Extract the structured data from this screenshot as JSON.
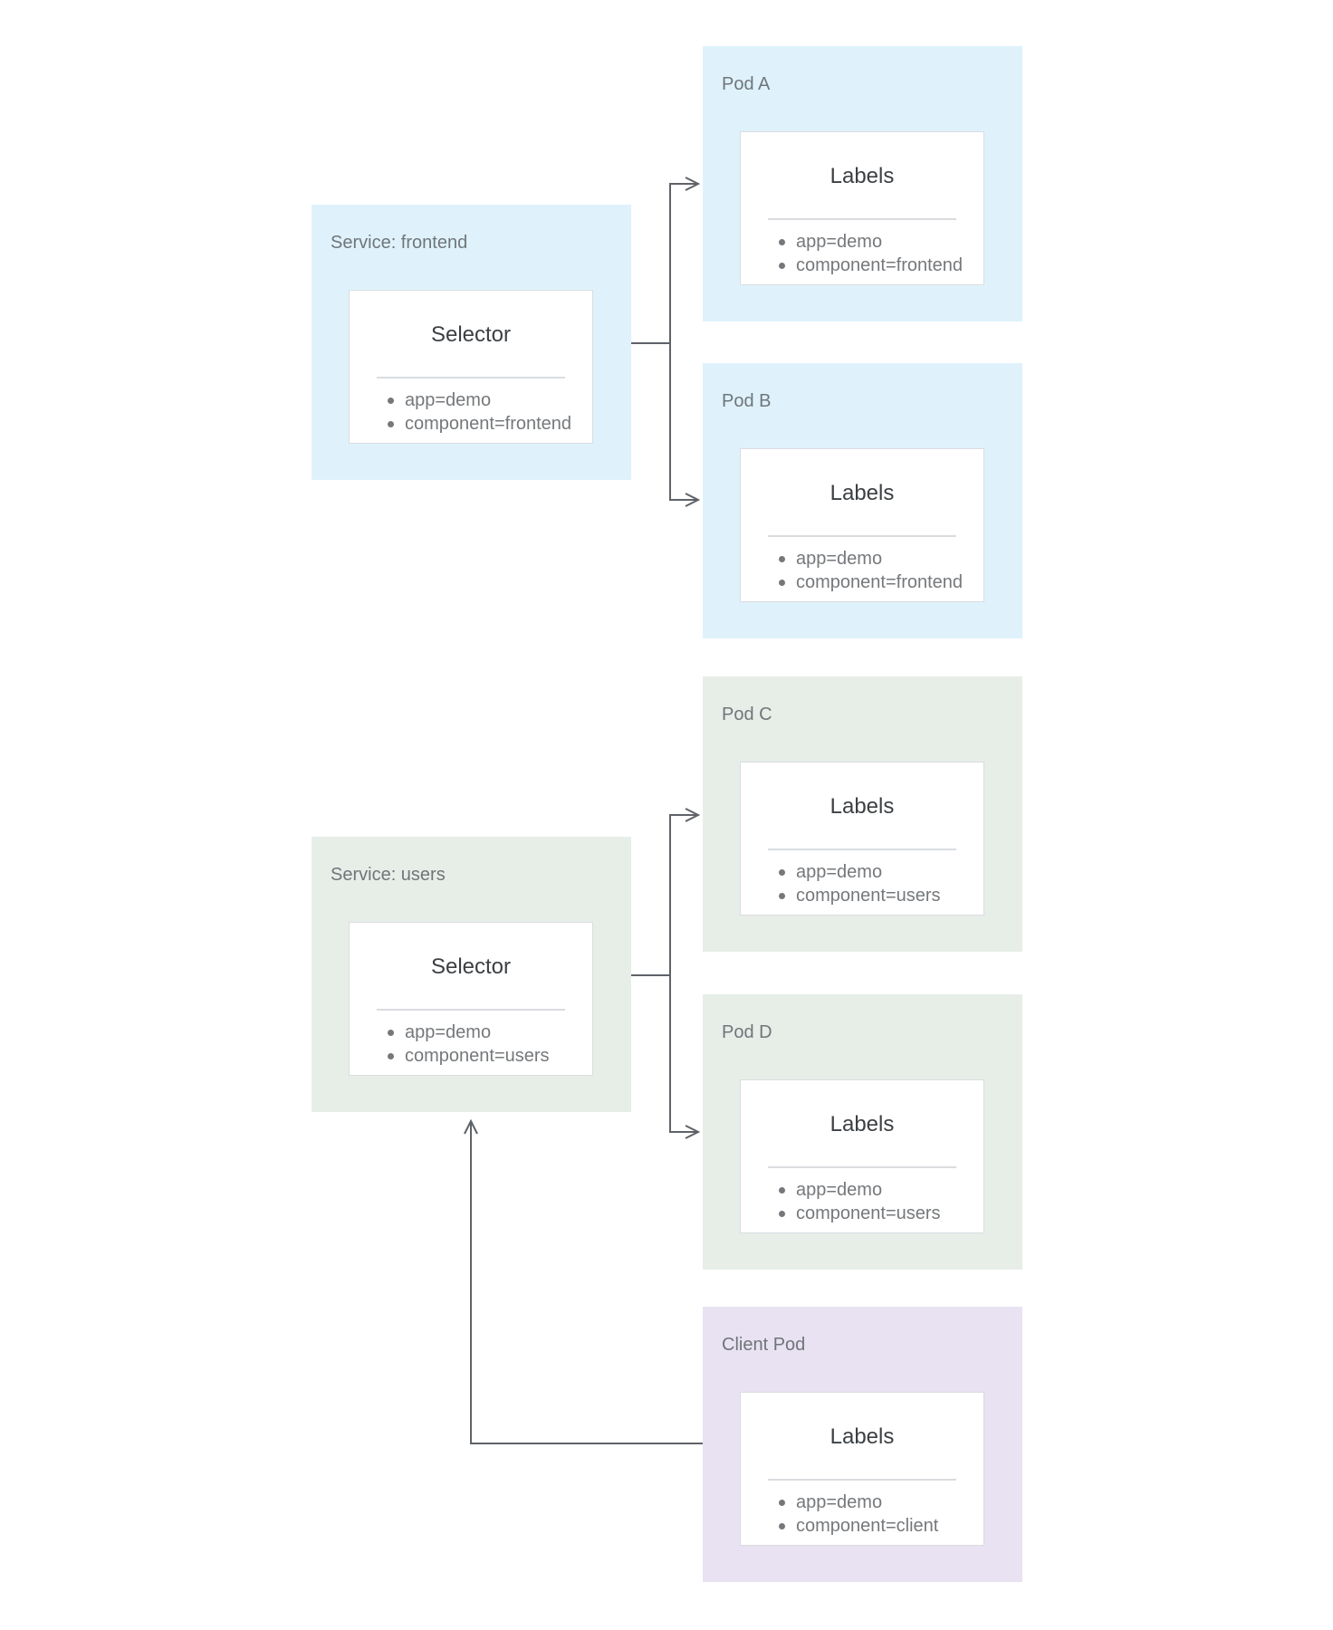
{
  "diagram": {
    "cards": [
      {
        "id": "service-frontend",
        "title": "Service: frontend",
        "heading": "Selector",
        "items": [
          "app=demo",
          "component=frontend"
        ],
        "theme": "blue"
      },
      {
        "id": "pod-a",
        "title": "Pod A",
        "heading": "Labels",
        "items": [
          "app=demo",
          "component=frontend"
        ],
        "theme": "blue"
      },
      {
        "id": "pod-b",
        "title": "Pod B",
        "heading": "Labels",
        "items": [
          "app=demo",
          "component=frontend"
        ],
        "theme": "blue"
      },
      {
        "id": "service-users",
        "title": "Service: users",
        "heading": "Selector",
        "items": [
          "app=demo",
          "component=users"
        ],
        "theme": "green"
      },
      {
        "id": "pod-c",
        "title": "Pod C",
        "heading": "Labels",
        "items": [
          "app=demo",
          "component=users"
        ],
        "theme": "green"
      },
      {
        "id": "pod-d",
        "title": "Pod D",
        "heading": "Labels",
        "items": [
          "app=demo",
          "component=users"
        ],
        "theme": "green"
      },
      {
        "id": "client-pod",
        "title": "Client Pod",
        "heading": "Labels",
        "items": [
          "app=demo",
          "component=client"
        ],
        "theme": "purple"
      }
    ],
    "colors": {
      "blue": "#DFF2FC",
      "green": "#E7EEE8",
      "purple": "#E8E2F2",
      "line": "#5F6368",
      "title": "#70757A",
      "heading": "#3C4043",
      "item": "#75787B",
      "inner_border": "#DADCE0",
      "divider": "#DADCE0",
      "background": "#FFFFFF"
    }
  }
}
